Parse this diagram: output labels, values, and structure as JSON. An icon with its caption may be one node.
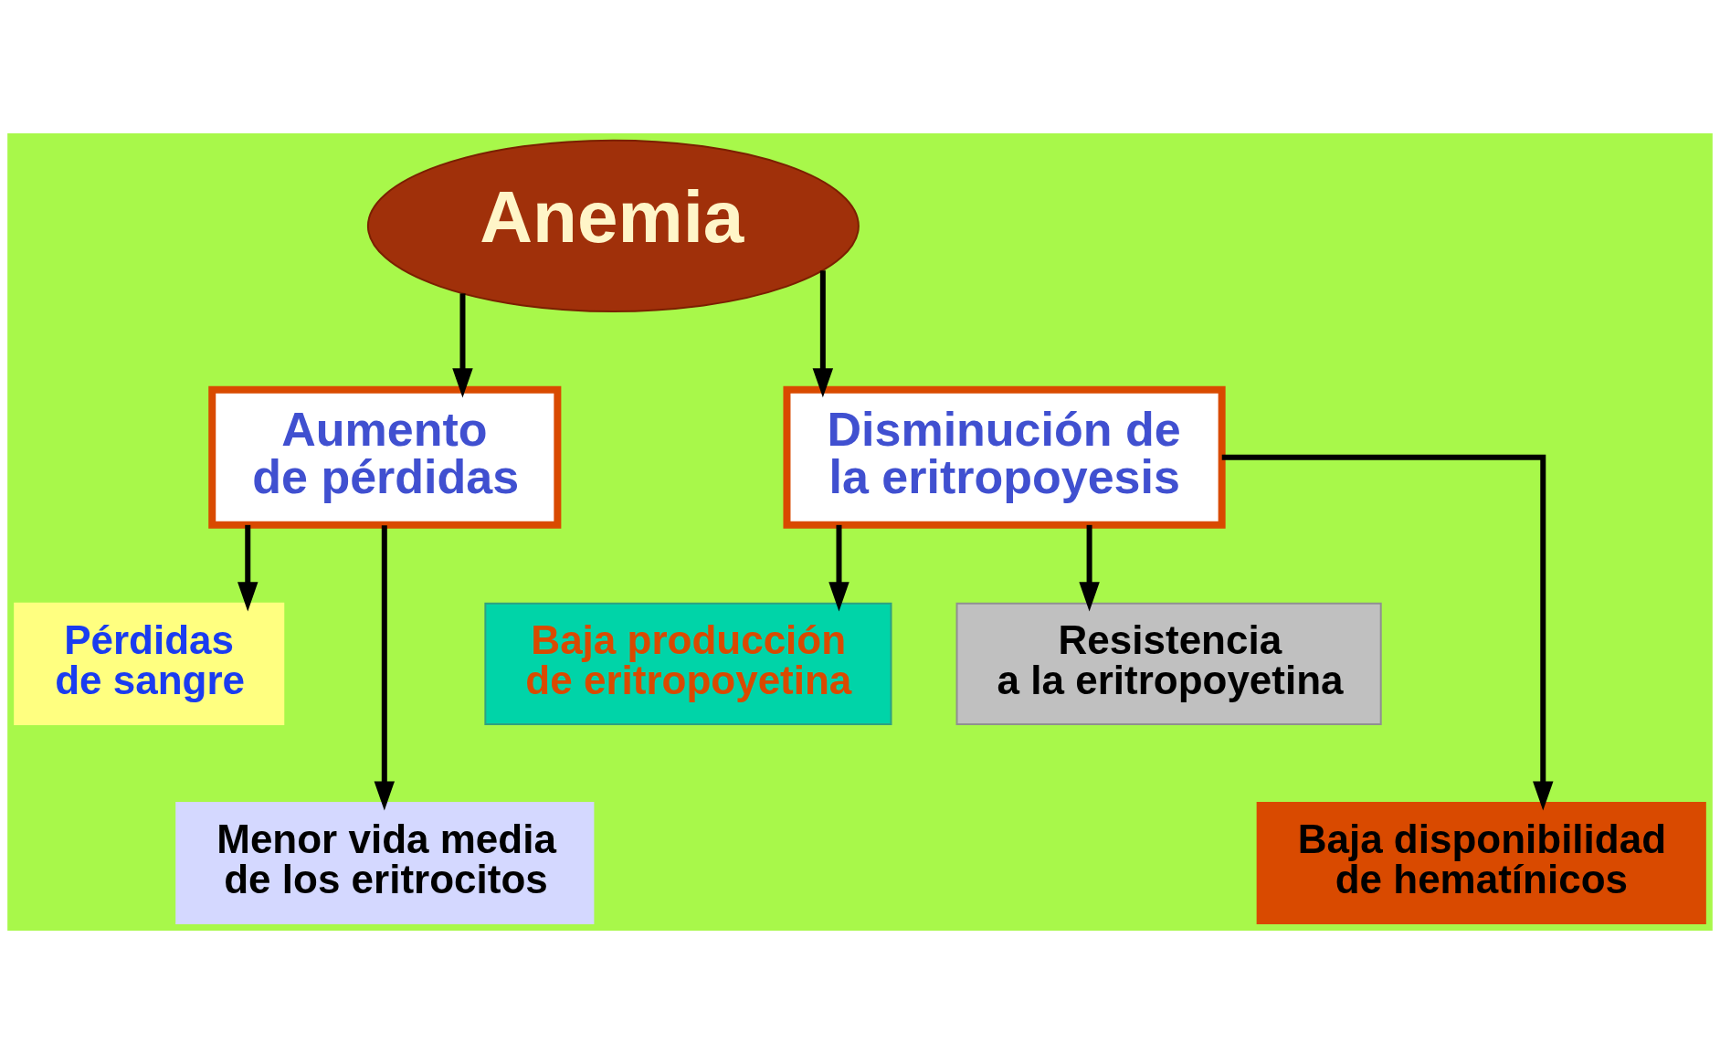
{
  "diagram": {
    "nodes": [
      {
        "text": [
          "Anemia"
        ]
      },
      {
        "text": [
          "Aumento de pérdidas"
        ]
      },
      {
        "text": [
          "Disminución de la eritropoyesis"
        ]
      },
      {
        "text": [
          "Pérdidas de sangre"
        ]
      },
      {
        "text": [
          "Menor vida media de los eritrocitos"
        ]
      },
      {
        "text": [
          "Baja producción de eritropoyetina"
        ]
      },
      {
        "text": [
          "Resistencia a la eritropoyetina"
        ]
      },
      {
        "text": [
          "Baja disponibilidad de hematínicos"
        ]
      }
    ],
    "edges": [
      {
        "from": 0,
        "to": 1,
        "arrow": "to"
      },
      {
        "from": 0,
        "to": 2,
        "arrow": "to"
      },
      {
        "from": 1,
        "to": 3,
        "arrow": "to"
      },
      {
        "from": 1,
        "to": 4,
        "arrow": "to"
      },
      {
        "from": 2,
        "to": 5,
        "arrow": "to"
      },
      {
        "from": 2,
        "to": 7,
        "arrow": "to"
      },
      {
        "from": 2,
        "to": 6,
        "arrow": "to"
      }
    ]
  }
}
